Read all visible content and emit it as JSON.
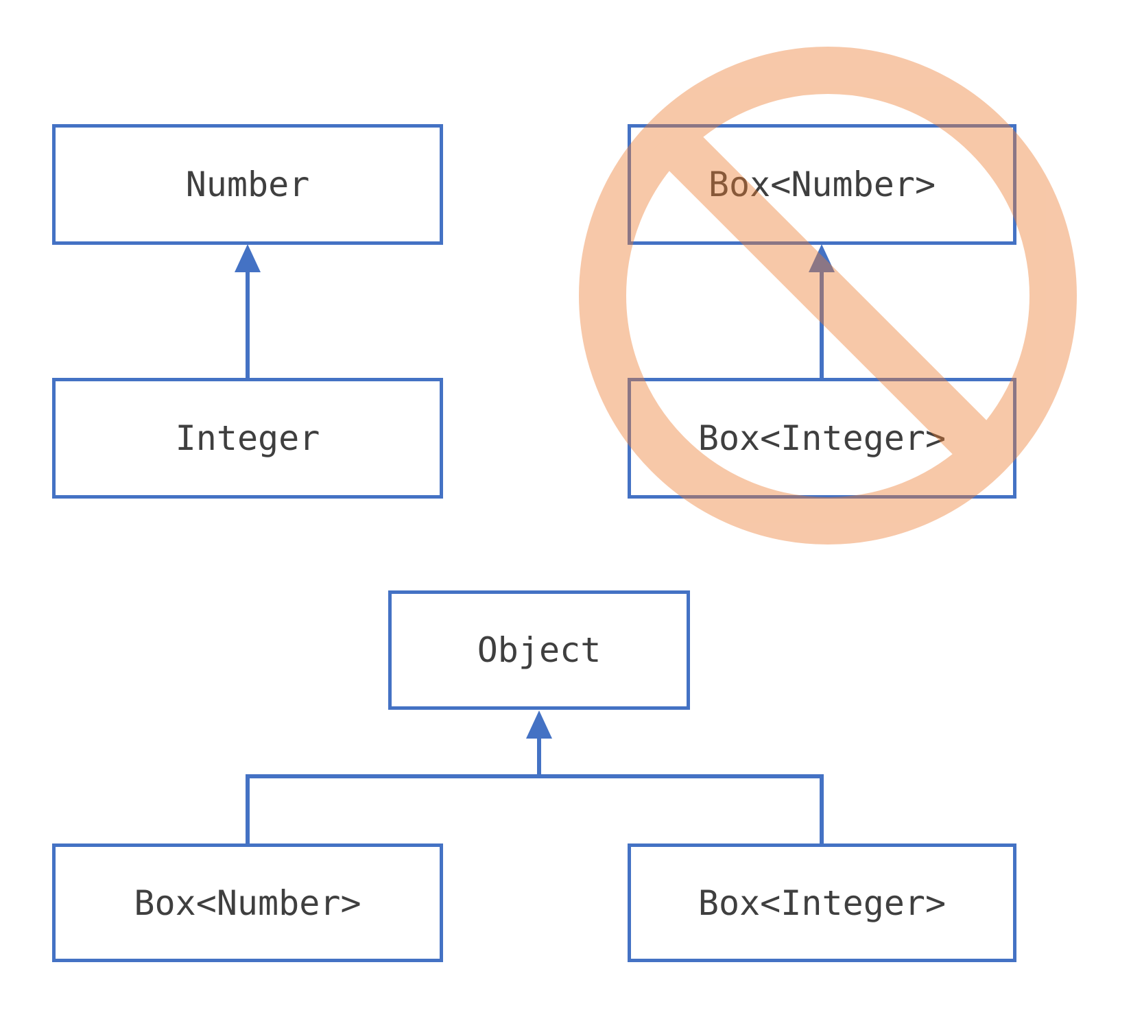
{
  "diagram": {
    "background": "#ffffff",
    "colors": {
      "box_border": "#4472C4",
      "connector": "#4472C4",
      "text": "#3F3F3F",
      "prohibition": "#ED7D31",
      "prohibition_opacity": "0.42"
    },
    "top_left_group": {
      "parent": {
        "label": "Number"
      },
      "child": {
        "label": "Integer"
      },
      "relation": "child extends parent (upward arrow)"
    },
    "top_right_group": {
      "parent": {
        "label": "Box<Number>"
      },
      "child": {
        "label": "Box<Integer>"
      },
      "relation": "child extends parent (upward arrow)",
      "overlay": "prohibition-sign (relationship not allowed)"
    },
    "bottom_group": {
      "parent": {
        "label": "Object"
      },
      "children": [
        {
          "label": "Box<Number>"
        },
        {
          "label": "Box<Integer>"
        }
      ],
      "relation": "both children extend parent (tree connector with upward arrow)"
    }
  }
}
